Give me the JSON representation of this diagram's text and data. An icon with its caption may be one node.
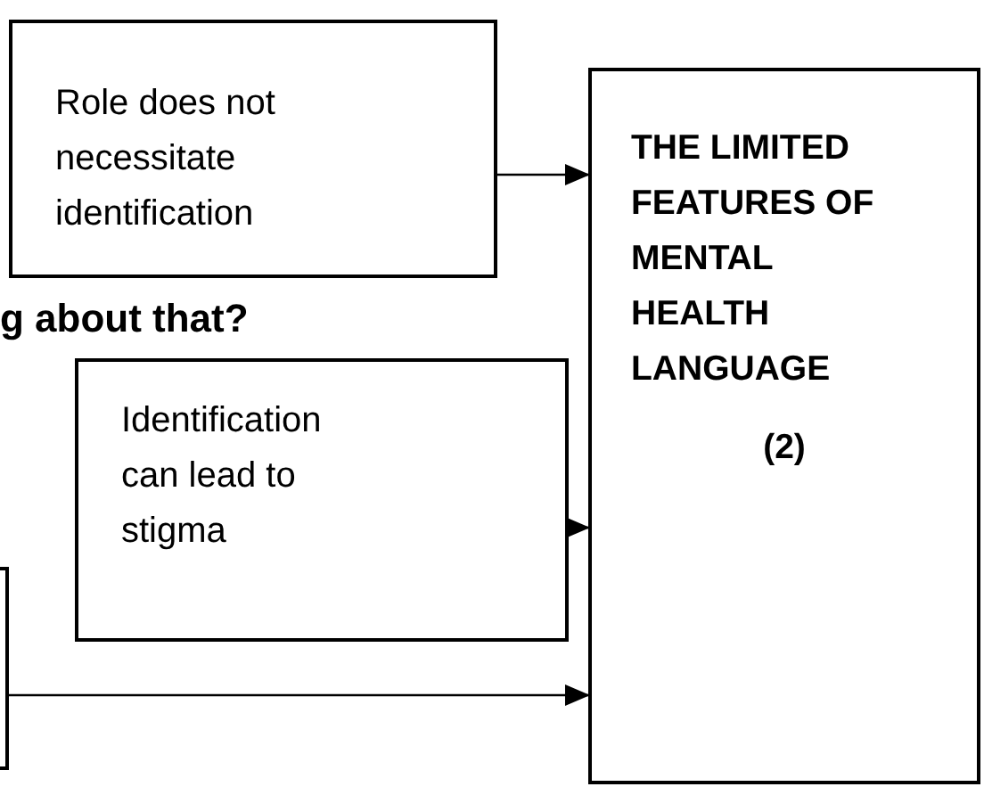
{
  "diagram": {
    "nodes": [
      {
        "text": [
          "Role does not necessitate identification"
        ]
      },
      {
        "text": [
          "THE LIMITED FEATURES OF MENTAL HEALTH LANGUAGE",
          "(2)"
        ]
      },
      {
        "text": [
          "Identification can lead to stigma"
        ]
      },
      {
        "text": [],
        "shape": "box"
      }
    ],
    "edges": [
      {
        "from": 0,
        "to": 1,
        "arrow": "to"
      },
      {
        "from": 2,
        "to": 1,
        "arrow": "to"
      },
      {
        "from": 3,
        "to": 1,
        "arrow": "to"
      }
    ],
    "labels": [
      "g about that?"
    ]
  }
}
